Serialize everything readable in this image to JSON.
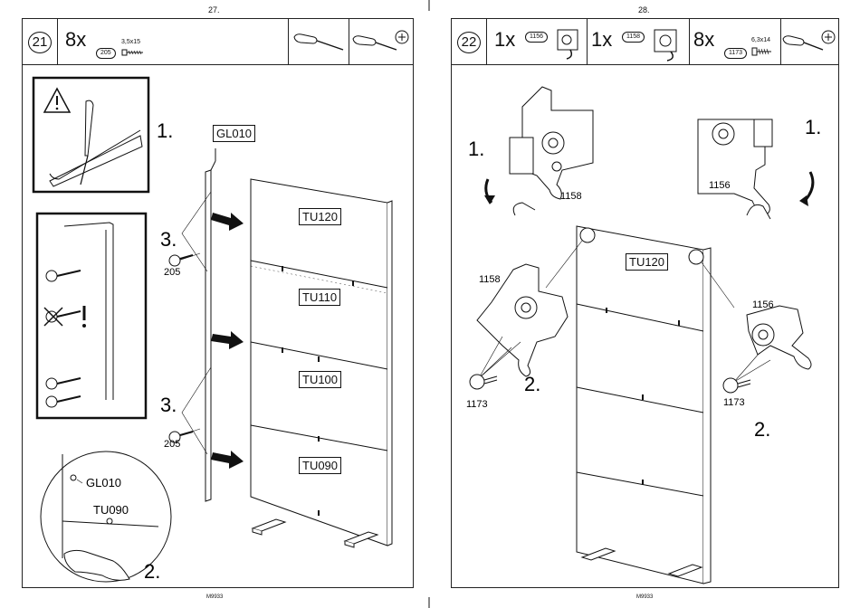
{
  "left_page": {
    "page_number": "27.",
    "footer": "M9933",
    "step_number": "21",
    "quantity": "8x",
    "part_id": "205",
    "screw_size": "3,5x15",
    "tool_icons": [
      "flat-screwdriver-icon",
      "phillips-screwdriver-icon"
    ],
    "labels": {
      "step1": "1.",
      "step2": "2.",
      "step3a": "3.",
      "step3b": "3.",
      "screw_a": "205",
      "screw_b": "205",
      "gl010_box": "GL010",
      "gl010_detail": "GL010",
      "tu090_detail": "TU090",
      "panels": [
        "TU120",
        "TU110",
        "TU100",
        "TU090"
      ]
    }
  },
  "right_page": {
    "page_number": "28.",
    "footer": "M9933",
    "step_number": "22",
    "parts": [
      {
        "quantity": "1x",
        "part_id": "1156"
      },
      {
        "quantity": "1x",
        "part_id": "1158"
      },
      {
        "quantity": "8x",
        "part_id": "1173",
        "size": "6,3x14"
      }
    ],
    "tool_icons": [
      "phillips-screwdriver-icon"
    ],
    "labels": {
      "step1_left": "1.",
      "step1_right": "1.",
      "hinge_1158_top": "1158",
      "hinge_1156_top": "1156",
      "hinge_1158_mid": "1158",
      "hinge_1156_mid": "1156",
      "screw_left": "1173",
      "screw_right": "1173",
      "step2_left": "2.",
      "step2_right": "2.",
      "panel": "TU120"
    }
  }
}
